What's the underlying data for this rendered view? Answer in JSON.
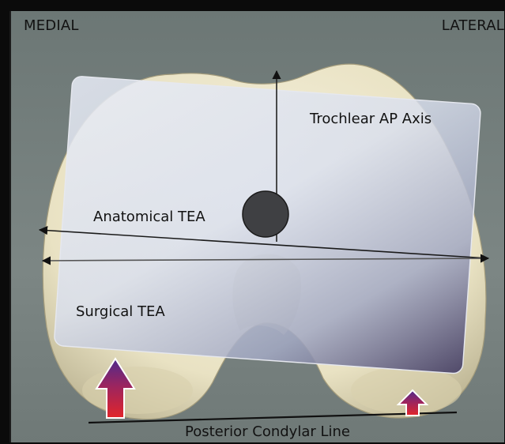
{
  "orientation": {
    "left": "MEDIAL",
    "right": "LATERAL"
  },
  "labels": {
    "trochlear_ap_axis": "Trochlear AP Axis",
    "anatomical_tea": "Anatomical TEA",
    "surgical_tea": "Surgical TEA",
    "posterior_condylar_line": "Posterior Condylar Line"
  },
  "colors": {
    "background": "#7a8482",
    "bone": "#efe9cf",
    "plane_light": "#e6eaf4",
    "plane_dark": "#4c4566",
    "arrow_top": "#5a2a88",
    "arrow_bottom": "#e0262a",
    "center_marker": "#3f4043"
  }
}
